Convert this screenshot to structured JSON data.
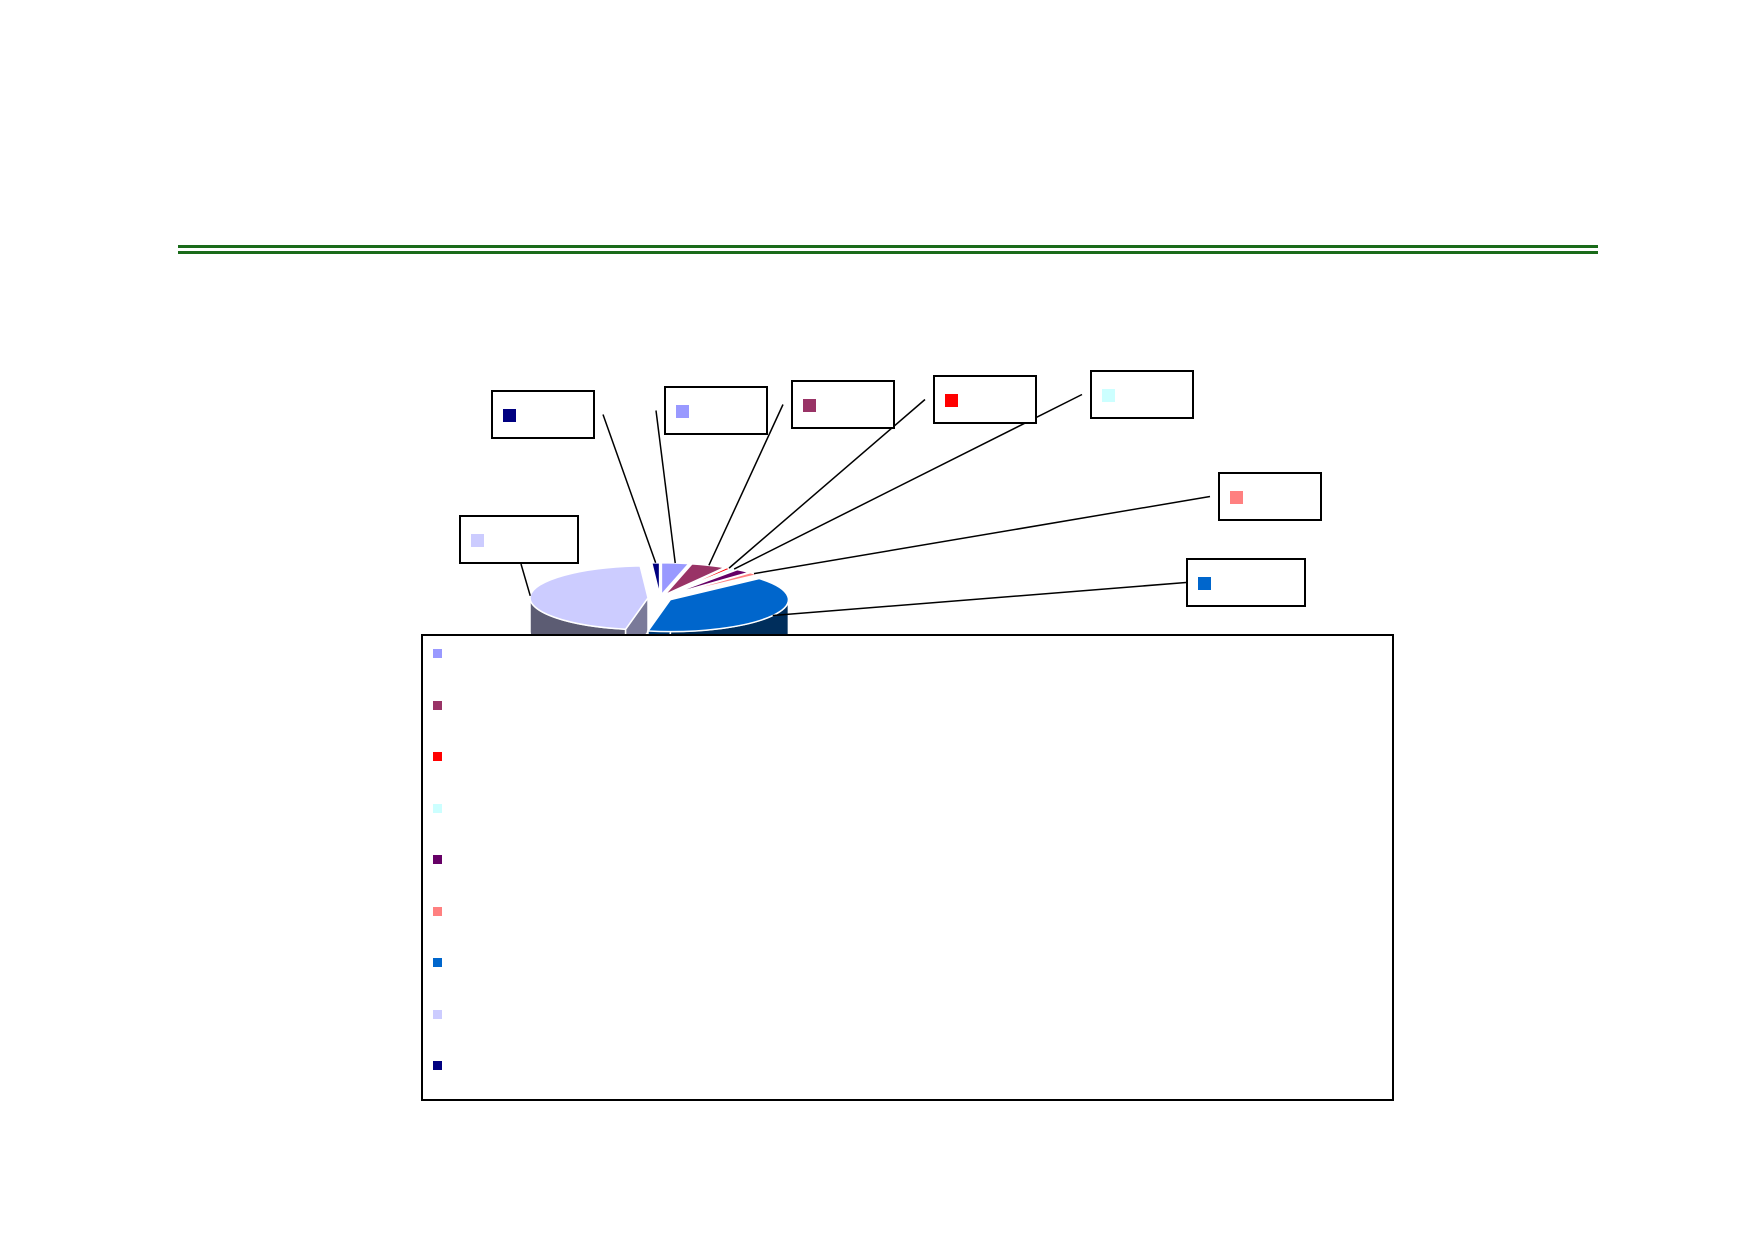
{
  "chart_data": {
    "type": "pie",
    "title": "",
    "slices": [
      {
        "name": "",
        "color": "#9999ff",
        "value": 3.5
      },
      {
        "name": "",
        "color": "#993366",
        "value": 4.5
      },
      {
        "name": "",
        "color": "#ff0000",
        "value": 0.7
      },
      {
        "name": "",
        "color": "#ccffff",
        "value": 0.7
      },
      {
        "name": "",
        "color": "#660066",
        "value": 2.0
      },
      {
        "name": "",
        "color": "#ff8080",
        "value": 1.3
      },
      {
        "name": "",
        "color": "#0066cc",
        "value": 37.0
      },
      {
        "name": "",
        "color": "#ccccff",
        "value": 43.0
      },
      {
        "name": "",
        "color": "#000080",
        "value": 1.0
      }
    ],
    "legend": "bottom"
  }
}
